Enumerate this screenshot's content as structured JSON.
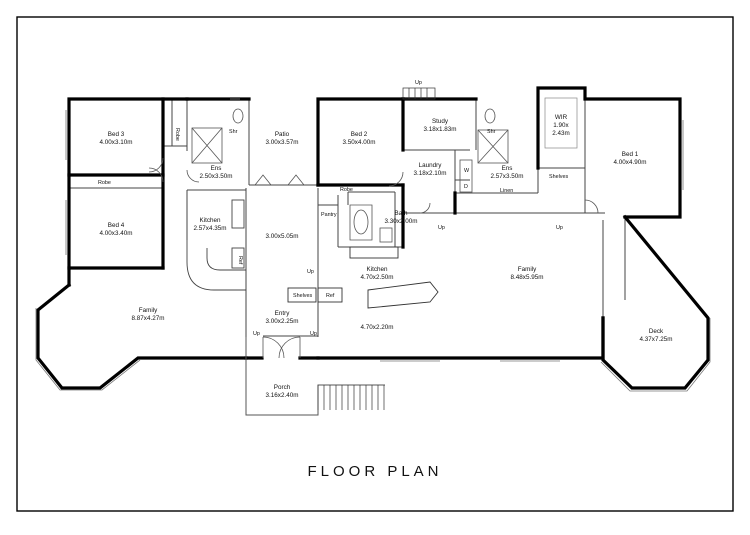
{
  "plan": {
    "title": "FLOOR PLAN",
    "rooms": [
      {
        "id": "bed3",
        "name": "Bed 3",
        "dims": "4.00x3.10m"
      },
      {
        "id": "ens-left",
        "name": "Ens",
        "dims": "2.50x3.50m"
      },
      {
        "id": "patio",
        "name": "Patio",
        "dims": "3.00x3.57m"
      },
      {
        "id": "bed2",
        "name": "Bed 2",
        "dims": "3.50x4.00m"
      },
      {
        "id": "study",
        "name": "Study",
        "dims": "3.18x1.83m"
      },
      {
        "id": "laundry",
        "name": "Laundry",
        "dims": "3.18x2.10m"
      },
      {
        "id": "ens-right",
        "name": "Ens",
        "dims": "2.57x3.50m"
      },
      {
        "id": "wir",
        "name": "WIR",
        "dims": "1.90x",
        "dims2": "2.43m"
      },
      {
        "id": "bed1",
        "name": "Bed 1",
        "dims": "4.00x4.90m"
      },
      {
        "id": "bed4",
        "name": "Bed 4",
        "dims": "4.00x3.40m"
      },
      {
        "id": "kitchen-left",
        "name": "Kitchen",
        "dims": "2.57x4.35m"
      },
      {
        "id": "hall",
        "name": "",
        "dims": "3.00x5.05m"
      },
      {
        "id": "bath",
        "name": "Bath",
        "dims": "3.30x2.00m"
      },
      {
        "id": "kitchen-main",
        "name": "Kitchen",
        "dims": "4.70x2.50m"
      },
      {
        "id": "family-right",
        "name": "Family",
        "dims": "8.48x5.95m"
      },
      {
        "id": "family-left",
        "name": "Family",
        "dims": "8.87x4.27m"
      },
      {
        "id": "entry",
        "name": "Entry",
        "dims": "3.00x2.25m"
      },
      {
        "id": "dining",
        "name": "",
        "dims": "4.70x2.20m"
      },
      {
        "id": "deck",
        "name": "Deck",
        "dims": "4.37x7.25m"
      },
      {
        "id": "porch",
        "name": "Porch",
        "dims": "3.16x2.40m"
      }
    ],
    "fixtures": {
      "robe": "Robe",
      "shr": "Shr",
      "shelves": "Shelves",
      "linen": "Linen",
      "pantry": "Pantry",
      "ref": "Ref",
      "w": "W",
      "d": "D"
    },
    "level_markers": {
      "up": "Up"
    }
  }
}
